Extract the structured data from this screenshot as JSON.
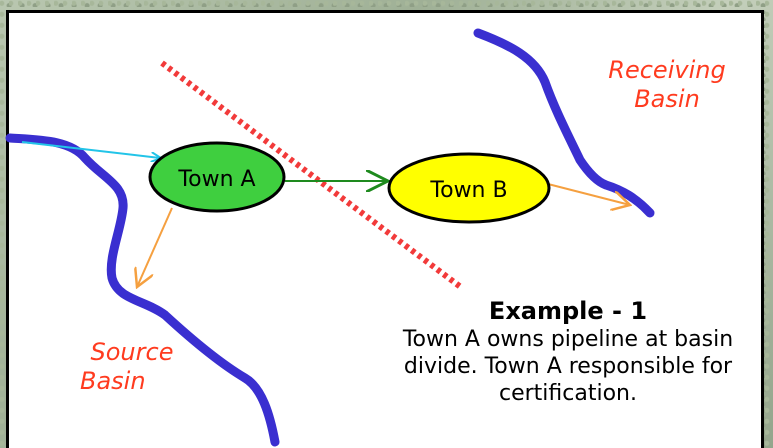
{
  "labels": {
    "receiving_line1": "Receiving",
    "receiving_line2": "Basin",
    "source_line1": "Source",
    "source_line2": "Basin"
  },
  "towns": {
    "town_a": "Town A",
    "town_b": "Town B"
  },
  "example": {
    "title": "Example - 1",
    "body": "Town A owns pipeline at basin divide. Town A responsible for certification."
  },
  "colors": {
    "river": "#3a2fd0",
    "divide": "#f23a3a",
    "town_a_fill": "#3fcf3f",
    "town_b_fill": "#ffff00",
    "inflow_arrow": "#22c4e8",
    "transfer_arrow": "#1e8a1e",
    "discharge_arrow": "#f5a040",
    "label_red": "#ff3b1f"
  }
}
